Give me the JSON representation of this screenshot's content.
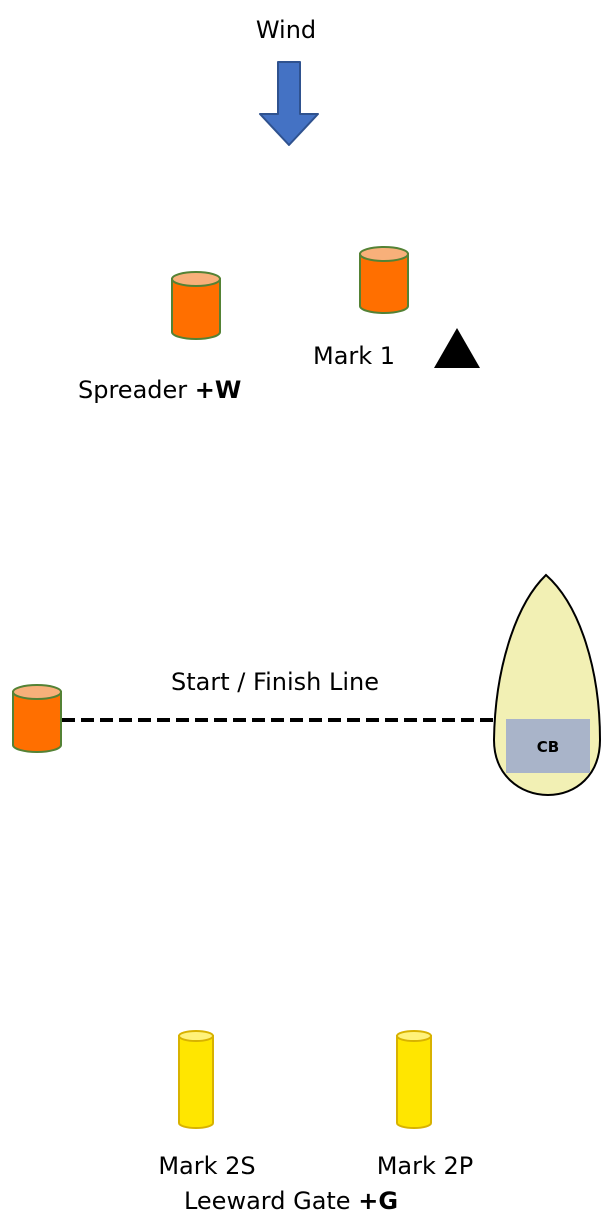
{
  "wind": {
    "label": "Wind",
    "arrow_color": "#4472C4"
  },
  "marks": {
    "mark1": {
      "label": "Mark 1",
      "color": "#FF6F00",
      "rounding": "triangle-icon"
    },
    "spreader": {
      "label": "Spreader",
      "flag": "+W",
      "color": "#FF6F00"
    },
    "pin": {
      "color": "#FF6F00"
    },
    "mark2s": {
      "label": "Mark 2S",
      "color": "#FFE600"
    },
    "mark2p": {
      "label": "Mark 2P",
      "color": "#FFE600"
    }
  },
  "start_finish": {
    "label": "Start / Finish Line"
  },
  "committee_boat": {
    "label": "CB",
    "hull_color": "#F2F0B4",
    "cabin_color": "#A9B4C9"
  },
  "leeward_gate": {
    "label": "Leeward Gate",
    "flag": "+G"
  }
}
